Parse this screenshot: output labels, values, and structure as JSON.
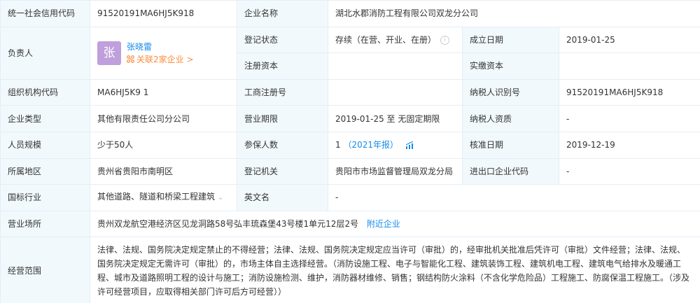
{
  "rows": {
    "credit_code": {
      "label": "统一社会信用代码",
      "value": "91520191MA6HJ5K918"
    },
    "company_name": {
      "label": "企业名称",
      "value": "湖北水郡消防工程有限公司双龙分公司"
    },
    "legal_person": {
      "label": "负责人",
      "avatar_char": "张",
      "name": "张晓雷",
      "related_text": "关联2家企业 >",
      "avatar_color": "#bf9fdc"
    },
    "reg_status": {
      "label": "登记状态",
      "value": "存续（在营、开业、在册）"
    },
    "found_date": {
      "label": "成立日期",
      "value": "2019-01-25"
    },
    "reg_capital": {
      "label": "注册资本",
      "value": ""
    },
    "paid_capital": {
      "label": "实缴资本",
      "value": ""
    },
    "org_code": {
      "label": "组织机构代码",
      "value": "MA6HJ5K9 1"
    },
    "biz_reg_no": {
      "label": "工商注册号",
      "value": ""
    },
    "taxpayer_id": {
      "label": "纳税人识别号",
      "value": "91520191MA6HJ5K918"
    },
    "company_type": {
      "label": "企业类型",
      "value": "其他有限责任公司分公司"
    },
    "biz_term": {
      "label": "营业期限",
      "value": "2019-01-25 至 无固定期限"
    },
    "taxpayer_qual": {
      "label": "纳税人资质",
      "value": "-"
    },
    "staff_size": {
      "label": "人员规模",
      "value": "少于50人"
    },
    "insured": {
      "label": "参保人数",
      "count": "1",
      "year_note": "（2021年报）"
    },
    "approve_date": {
      "label": "核准日期",
      "value": "2019-12-19"
    },
    "region": {
      "label": "所属地区",
      "value": "贵州省贵阳市南明区"
    },
    "reg_authority": {
      "label": "登记机关",
      "value": "贵阳市市场监督管理局双龙分局"
    },
    "import_export": {
      "label": "进出口企业代码",
      "value": "-"
    },
    "industry": {
      "label": "国标行业",
      "value": "其他道路、隧道和桥梁工程建筑"
    },
    "english_name": {
      "label": "英文名",
      "value": "-"
    },
    "address": {
      "label": "营业场所",
      "value": "贵州双龙航空港经济区见龙洞路58号弘丰琉森堡43号楼1单元12层2号",
      "nearby": "附近企业"
    },
    "scope": {
      "label": "经营范围",
      "value": "法律、法规、国务院决定规定禁止的不得经营；法律、法规、国务院决定规定应当许可（审批）的，经审批机关批准后凭许可（审批）文件经营；法律、法规、国务院决定规定无需许可（审批）的，市场主体自主选择经营。（消防设施工程、电子与智能化工程、建筑装饰工程、建筑机电工程、建筑电气给排水及暖通工程、城市及道路照明工程的设计与施工；消防设施检测、维护，消防器材维修、销售；钢结构防火涂料（不含化学危险品）工程施工、防腐保温工程施工。（涉及许可经营项目，应取得相关部门许可后方可经营））"
    }
  },
  "colors": {
    "label_bg": "#f2f9fc",
    "border": "#e4eef6",
    "link": "#128bed",
    "related": "#fd8b3c"
  }
}
